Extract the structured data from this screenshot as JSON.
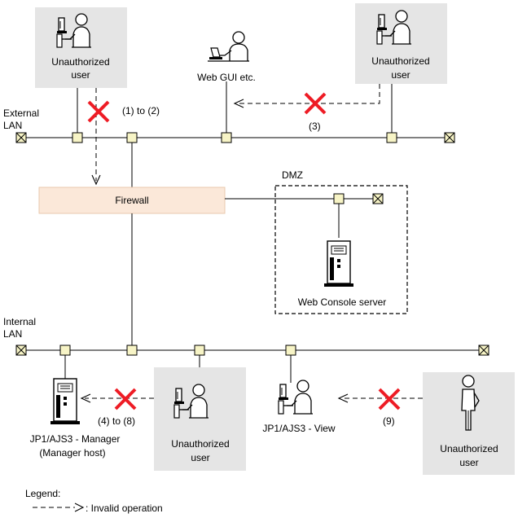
{
  "labels": {
    "unauth_top_left": [
      "Unauthorized",
      "user"
    ],
    "unauth_top_right": [
      "Unauthorized",
      "user"
    ],
    "unauth_bottom_mid": [
      "Unauthorized",
      "user"
    ],
    "unauth_bottom_right": [
      "Unauthorized",
      "user"
    ],
    "web_gui": "Web GUI etc.",
    "external_lan": [
      "External",
      "LAN"
    ],
    "internal_lan": [
      "Internal",
      "LAN"
    ],
    "firewall": "Firewall",
    "dmz": "DMZ",
    "web_console": "Web Console server",
    "manager": [
      "JP1/AJS3 - Manager",
      "(Manager host)"
    ],
    "view": "JP1/AJS3 - View",
    "step_1_2": "(1) to (2)",
    "step_3": "(3)",
    "step_4_8": "(4) to (8)",
    "step_9": "(9)"
  },
  "legend": {
    "title": "Legend:",
    "invalid_operation": ": Invalid operation"
  },
  "colors": {
    "user_box": "#e5e5e5",
    "firewall_fill": "#fbe8d9",
    "firewall_border": "#e8c9ae",
    "cross": "#ee1c25",
    "node_fill": "#f7f4c6"
  }
}
